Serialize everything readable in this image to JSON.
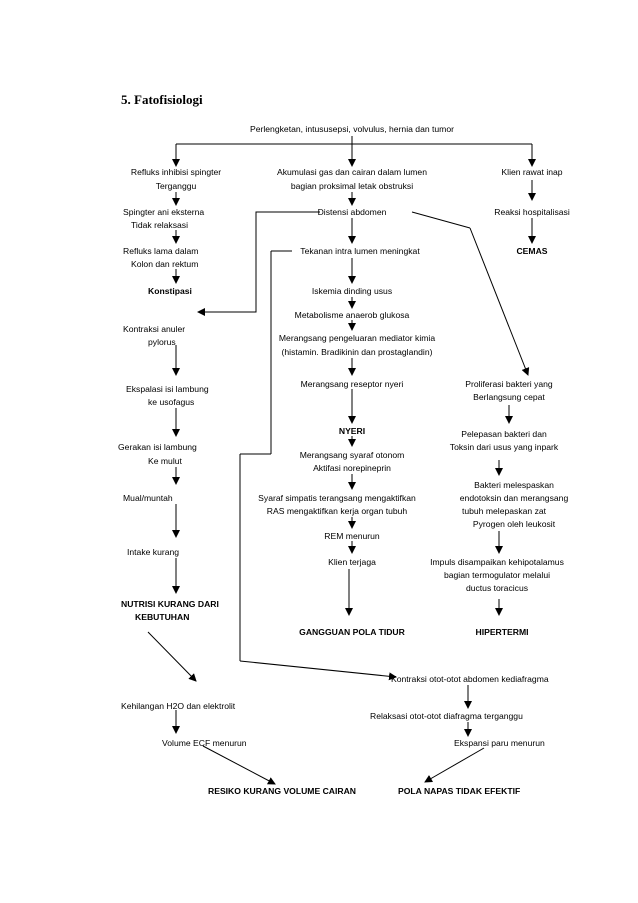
{
  "heading": "5.   Fatofisiologi",
  "top": "Perlengketan, intususepsi, volvulus, hernia dan tumor",
  "left": {
    "refluks_1": "Refluks inhibisi spingter",
    "refluks_2": "Terganggu",
    "spingter_1": "Spingter ani eksterna",
    "spingter_2": "Tidak relaksasi",
    "lama_1": "Refluks lama dalam",
    "lama_2": "Kolon dan rektum",
    "konstipasi": "Konstipasi",
    "anuler_1": "Kontraksi anuler",
    "anuler_2": "pylorus",
    "ekspalasi_1": "Ekspalasi isi lambung",
    "ekspalasi_2": "ke usofagus",
    "gerakan_1": "Gerakan isi lambung",
    "gerakan_2": "Ke mulut",
    "mual": "Mual/muntah",
    "intake": "Intake kurang",
    "nutrisi_1": "NUTRISI KURANG DARI",
    "nutrisi_2": "KEBUTUHAN"
  },
  "center": {
    "akumulasi_1": "Akumulasi gas dan cairan dalam lumen",
    "akumulasi_2": "bagian proksimal letak obstruksi",
    "distensi": "Distensi abdomen",
    "tekanan": "Tekanan intra lumen meningkat",
    "iskemia": "Iskemia dinding usus",
    "metabolisme": "Metabolisme anaerob glukosa",
    "mediator_1": "Merangsang pengeluaran mediator kimia",
    "mediator_2": "(histamin. Bradikinin dan prostaglandin)",
    "reseptor": "Merangsang reseptor nyeri",
    "nyeri": "NYERI",
    "otonom_1": "Merangsang syaraf otonom",
    "otonom_2": "Aktifasi norepineprin",
    "simpatis_1": "Syaraf simpatis terangsang mengaktifkan",
    "simpatis_2": "RAS mengaktifkan kerja organ tubuh",
    "rem": "REM menurun",
    "terjaga": "Klien terjaga",
    "gangguan": "GANGGUAN POLA TIDUR"
  },
  "right": {
    "rawat": "Klien rawat inap",
    "reaksi": "Reaksi hospitalisasi",
    "cemas": "CEMAS",
    "proliferasi_1": "Proliferasi bakteri yang",
    "proliferasi_2": "Berlangsung cepat",
    "pelepasan_1": "Pelepasan bakteri dan",
    "pelepasan_2": "Toksin dari usus yang inpark",
    "bakteri_1": "Bakteri melespaskan",
    "bakteri_2": "endotoksin dan merangsang",
    "bakteri_3": "tubuh melepaskan zat",
    "bakteri_4": "Pyrogen oleh leukosit",
    "impuls_1": "Impuls disampaikan kehipotalamus",
    "impuls_2": "bagian termogulator melalui",
    "impuls_3": "ductus toracicus",
    "hipertermi": "HIPERTERMI"
  },
  "bottom": {
    "kehilangan": "Kehilangan H2O dan elektrolit",
    "volume_ecf": "Volume ECF menurun",
    "resiko": "RESIKO KURANG VOLUME CAIRAN",
    "kontraksi_otot": "Kontraksi otot-otot abdomen kediafragma",
    "relaksasi": "Relaksasi otot-otot diafragma terganggu",
    "ekspansi": "Ekspansi paru menurun",
    "pola_napas": "POLA NAPAS TIDAK EFEKTIF"
  }
}
